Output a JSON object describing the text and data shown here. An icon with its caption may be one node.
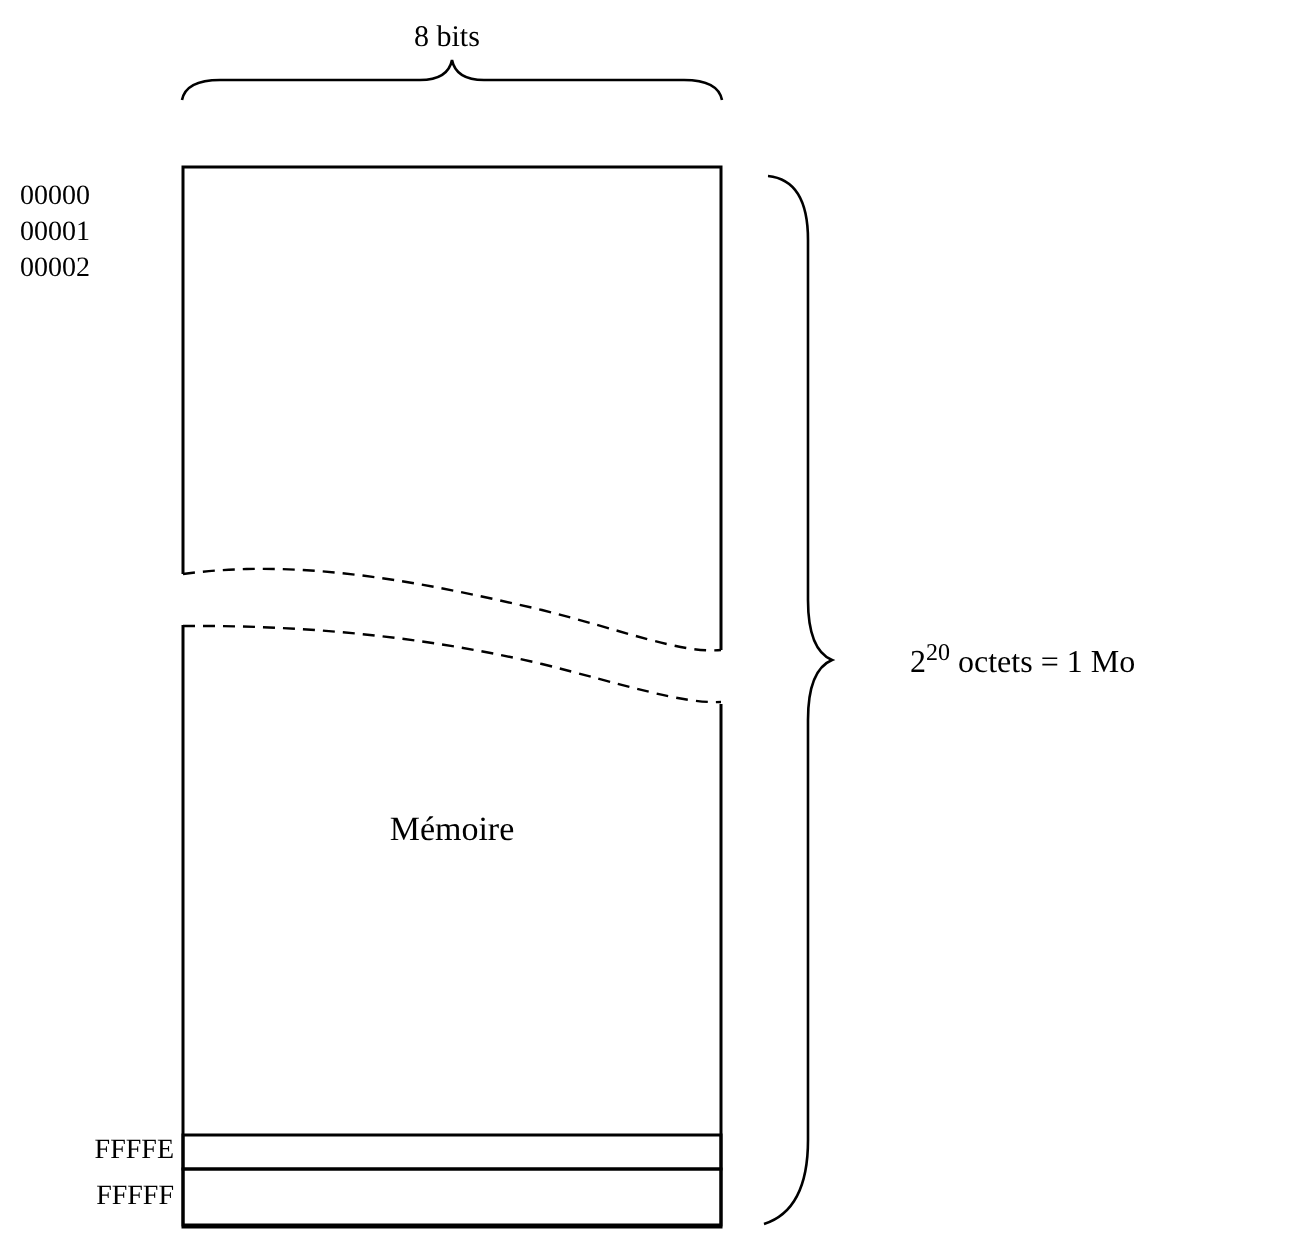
{
  "diagram": {
    "nodes": [
      {
        "text": [],
        "shape": "box"
      },
      {
        "text": [
          "Mémoire"
        ]
      },
      {
        "text": [],
        "shape": "box",
        "in": 1,
        "beside": [
          "FFFFE"
        ]
      },
      {
        "text": [],
        "shape": "box",
        "in": 1,
        "beside": [
          "FFFFF"
        ]
      }
    ],
    "labels": [
      "8 bits",
      "00000",
      "00001",
      "00002",
      "2$^{20}$ octets = 1 Mo"
    ]
  }
}
